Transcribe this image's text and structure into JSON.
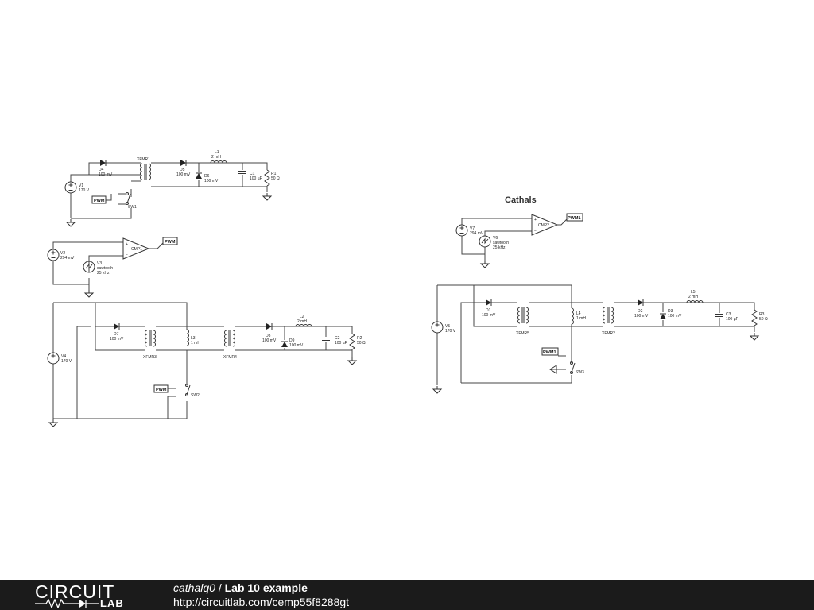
{
  "circuit_title": "Cathals",
  "pwm_tag": "PWM",
  "pwm1_tag": "PWM1",
  "components": {
    "D4": {
      "name": "D4",
      "value": "100 mV"
    },
    "XFMR1": {
      "name": "XFMR1"
    },
    "D5": {
      "name": "D5",
      "value": "100 mV"
    },
    "L1": {
      "name": "L1",
      "value": "2 mH"
    },
    "D6": {
      "name": "D6",
      "value": "100 mV"
    },
    "C1": {
      "name": "C1",
      "value": "100 µF"
    },
    "R1": {
      "name": "R1",
      "value": "50 Ω"
    },
    "V1": {
      "name": "V1",
      "value": "170 V"
    },
    "SW1": {
      "name": "SW1"
    },
    "V2": {
      "name": "V2",
      "value": "294 mV"
    },
    "CMP1": {
      "name": "CMP1"
    },
    "V3": {
      "name": "V3",
      "value": "sawtooth",
      "value2": "25 kHz"
    },
    "D7": {
      "name": "D7",
      "value": "100 mV"
    },
    "XFMR3": {
      "name": "XFMR3"
    },
    "L3": {
      "name": "L3",
      "value": "1 mH"
    },
    "XFMR4": {
      "name": "XFMR4"
    },
    "D8": {
      "name": "D8",
      "value": "100 mV"
    },
    "L2": {
      "name": "L2",
      "value": "2 mH"
    },
    "D9": {
      "name": "D9",
      "value": "100 mV"
    },
    "C2": {
      "name": "C2",
      "value": "100 µF"
    },
    "R2": {
      "name": "R2",
      "value": "50 Ω"
    },
    "V4": {
      "name": "V4",
      "value": "170 V"
    },
    "SW2": {
      "name": "SW2"
    },
    "V7": {
      "name": "V7",
      "value": "294 mV"
    },
    "CMP2": {
      "name": "CMP2"
    },
    "V6": {
      "name": "V6",
      "value": "sawtooth",
      "value2": "25 kHz"
    },
    "V5": {
      "name": "V5",
      "value": "170 V"
    },
    "D1": {
      "name": "D1",
      "value": "100 mV"
    },
    "XFMR5": {
      "name": "XFMR5"
    },
    "L4": {
      "name": "L4",
      "value": "1 mH"
    },
    "XFMR2": {
      "name": "XFMR2"
    },
    "D2": {
      "name": "D2",
      "value": "100 mV"
    },
    "D3": {
      "name": "D3",
      "value": "100 mV"
    },
    "L5": {
      "name": "L5",
      "value": "2 mH"
    },
    "C3": {
      "name": "C3",
      "value": "100 µF"
    },
    "R3": {
      "name": "R3",
      "value": "50 Ω"
    },
    "SW3": {
      "name": "SW3"
    }
  },
  "footer": {
    "logo_top": "CIRCUIT",
    "logo_bottom": "LAB",
    "user": "cathalq0",
    "separator": " / ",
    "project": "Lab 10 example",
    "url": "http://circuitlab.com/cemp55f8288gt"
  },
  "colors": {
    "wire": "#444444",
    "footer_bg": "#1b1b1b",
    "background": "#ffffff"
  }
}
